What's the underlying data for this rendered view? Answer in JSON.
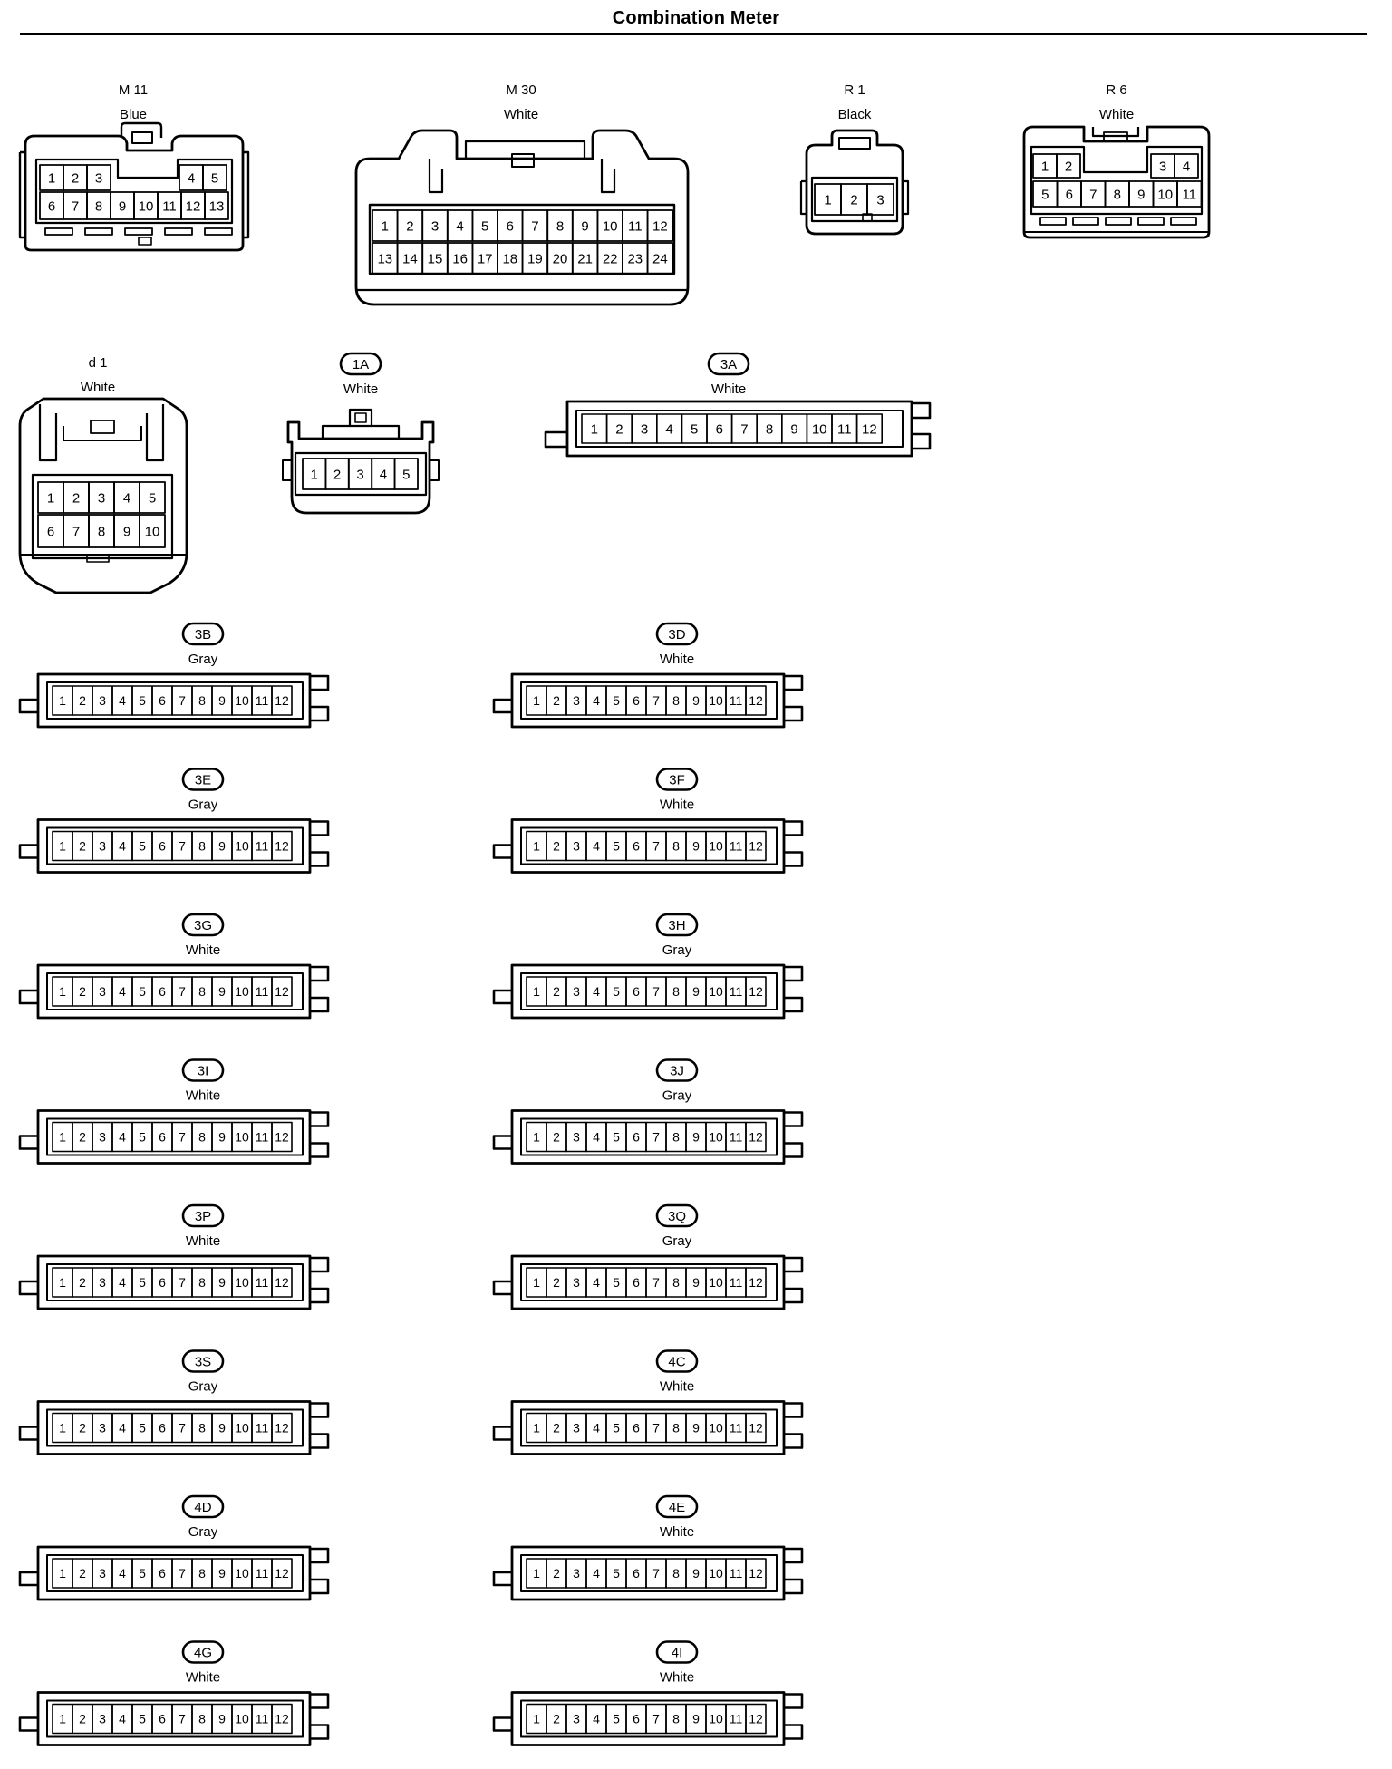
{
  "title": "Combination Meter",
  "connectors": {
    "m11": {
      "id": "M 11",
      "color": "Blue",
      "pins": [
        "1",
        "2",
        "3",
        "4",
        "5",
        "6",
        "7",
        "8",
        "9",
        "10",
        "11",
        "12",
        "13"
      ]
    },
    "m30": {
      "id": "M 30",
      "color": "White",
      "pins": [
        "1",
        "2",
        "3",
        "4",
        "5",
        "6",
        "7",
        "8",
        "9",
        "10",
        "11",
        "12",
        "13",
        "14",
        "15",
        "16",
        "17",
        "18",
        "19",
        "20",
        "21",
        "22",
        "23",
        "24"
      ]
    },
    "r1": {
      "id": "R 1",
      "color": "Black",
      "pins": [
        "1",
        "2",
        "3"
      ]
    },
    "r6": {
      "id": "R 6",
      "color": "White",
      "pins": [
        "1",
        "2",
        "3",
        "4",
        "5",
        "6",
        "7",
        "8",
        "9",
        "10",
        "11"
      ]
    },
    "d1": {
      "id": "d 1",
      "color": "White",
      "pins": [
        "1",
        "2",
        "3",
        "4",
        "5",
        "6",
        "7",
        "8",
        "9",
        "10"
      ]
    },
    "c1a": {
      "id": "1A",
      "color": "White",
      "pins": [
        "1",
        "2",
        "3",
        "4",
        "5"
      ]
    },
    "c3a": {
      "id": "3A",
      "color": "White",
      "pins": [
        "1",
        "2",
        "3",
        "4",
        "5",
        "6",
        "7",
        "8",
        "9",
        "10",
        "11",
        "12"
      ]
    }
  },
  "junction_connectors": [
    {
      "id": "3B",
      "color": "Gray",
      "pins": [
        "1",
        "2",
        "3",
        "4",
        "5",
        "6",
        "7",
        "8",
        "9",
        "10",
        "11",
        "12"
      ]
    },
    {
      "id": "3D",
      "color": "White",
      "pins": [
        "1",
        "2",
        "3",
        "4",
        "5",
        "6",
        "7",
        "8",
        "9",
        "10",
        "11",
        "12"
      ]
    },
    {
      "id": "3E",
      "color": "Gray",
      "pins": [
        "1",
        "2",
        "3",
        "4",
        "5",
        "6",
        "7",
        "8",
        "9",
        "10",
        "11",
        "12"
      ]
    },
    {
      "id": "3F",
      "color": "White",
      "pins": [
        "1",
        "2",
        "3",
        "4",
        "5",
        "6",
        "7",
        "8",
        "9",
        "10",
        "11",
        "12"
      ]
    },
    {
      "id": "3G",
      "color": "White",
      "pins": [
        "1",
        "2",
        "3",
        "4",
        "5",
        "6",
        "7",
        "8",
        "9",
        "10",
        "11",
        "12"
      ]
    },
    {
      "id": "3H",
      "color": "Gray",
      "pins": [
        "1",
        "2",
        "3",
        "4",
        "5",
        "6",
        "7",
        "8",
        "9",
        "10",
        "11",
        "12"
      ]
    },
    {
      "id": "3I",
      "color": "White",
      "pins": [
        "1",
        "2",
        "3",
        "4",
        "5",
        "6",
        "7",
        "8",
        "9",
        "10",
        "11",
        "12"
      ]
    },
    {
      "id": "3J",
      "color": "Gray",
      "pins": [
        "1",
        "2",
        "3",
        "4",
        "5",
        "6",
        "7",
        "8",
        "9",
        "10",
        "11",
        "12"
      ]
    },
    {
      "id": "3P",
      "color": "White",
      "pins": [
        "1",
        "2",
        "3",
        "4",
        "5",
        "6",
        "7",
        "8",
        "9",
        "10",
        "11",
        "12"
      ]
    },
    {
      "id": "3Q",
      "color": "Gray",
      "pins": [
        "1",
        "2",
        "3",
        "4",
        "5",
        "6",
        "7",
        "8",
        "9",
        "10",
        "11",
        "12"
      ]
    },
    {
      "id": "3S",
      "color": "Gray",
      "pins": [
        "1",
        "2",
        "3",
        "4",
        "5",
        "6",
        "7",
        "8",
        "9",
        "10",
        "11",
        "12"
      ]
    },
    {
      "id": "4C",
      "color": "White",
      "pins": [
        "1",
        "2",
        "3",
        "4",
        "5",
        "6",
        "7",
        "8",
        "9",
        "10",
        "11",
        "12"
      ]
    },
    {
      "id": "4D",
      "color": "Gray",
      "pins": [
        "1",
        "2",
        "3",
        "4",
        "5",
        "6",
        "7",
        "8",
        "9",
        "10",
        "11",
        "12"
      ]
    },
    {
      "id": "4E",
      "color": "White",
      "pins": [
        "1",
        "2",
        "3",
        "4",
        "5",
        "6",
        "7",
        "8",
        "9",
        "10",
        "11",
        "12"
      ]
    },
    {
      "id": "4G",
      "color": "White",
      "pins": [
        "1",
        "2",
        "3",
        "4",
        "5",
        "6",
        "7",
        "8",
        "9",
        "10",
        "11",
        "12"
      ]
    },
    {
      "id": "4I",
      "color": "White",
      "pins": [
        "1",
        "2",
        "3",
        "4",
        "5",
        "6",
        "7",
        "8",
        "9",
        "10",
        "11",
        "12"
      ]
    }
  ]
}
